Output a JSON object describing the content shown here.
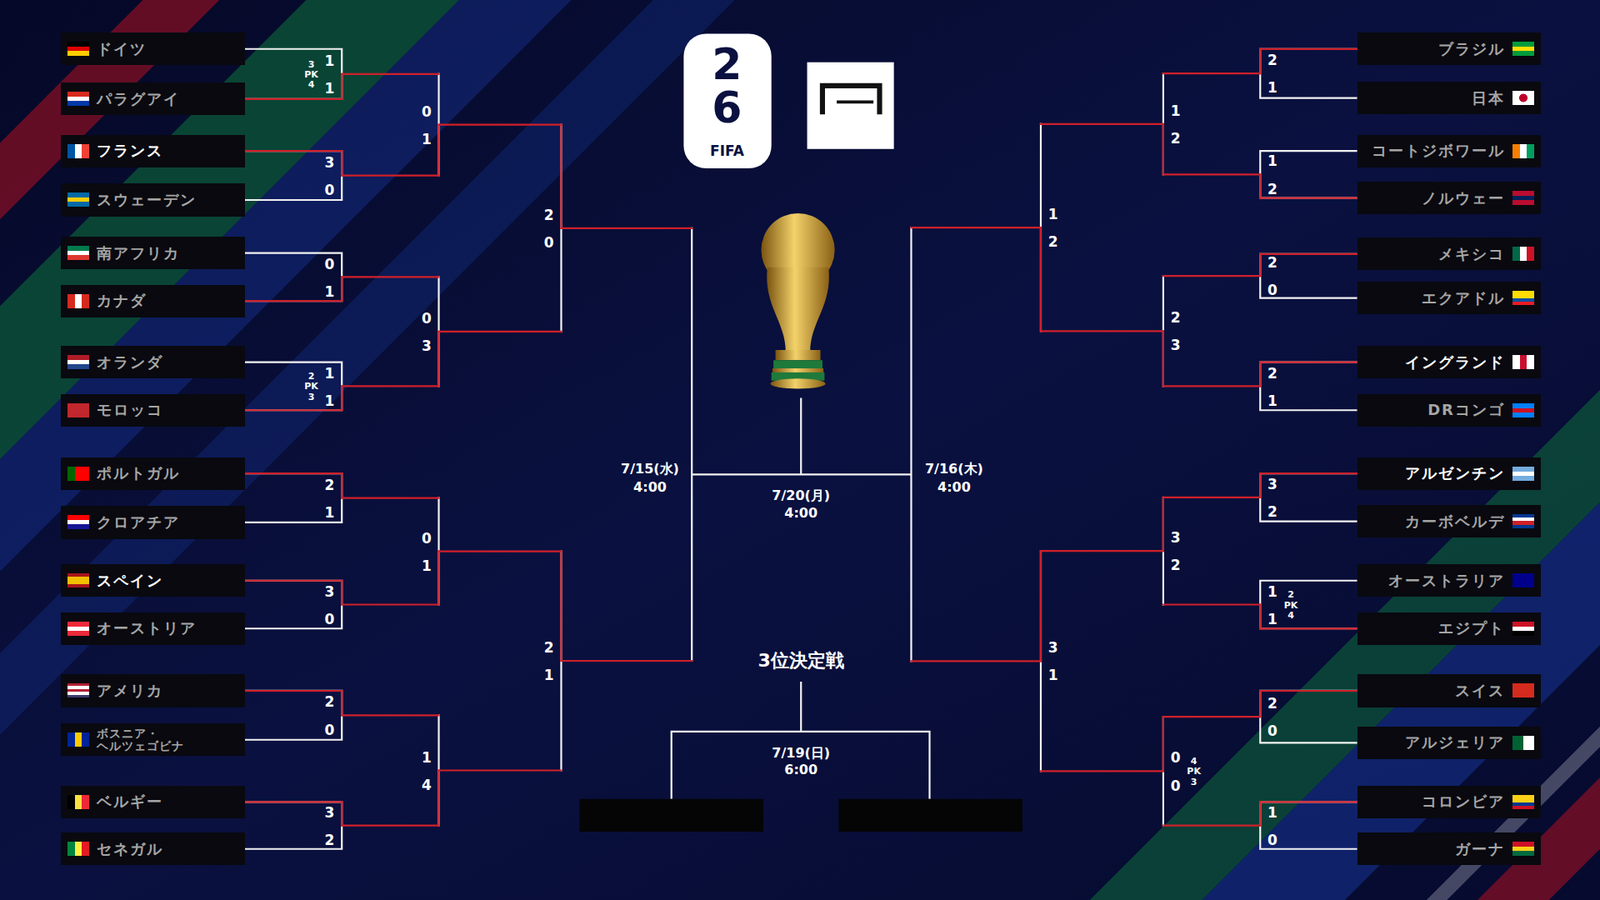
{
  "diagram": {
    "nodes": [
      {
        "text": [
          "ドイツ"
        ]
      },
      {
        "text": [
          "パラグアイ"
        ]
      },
      {
        "text": [
          "フランス"
        ]
      },
      {
        "text": [
          "スウェーデン"
        ]
      },
      {
        "text": [
          "南アフリカ"
        ]
      },
      {
        "text": [
          "カナダ"
        ]
      },
      {
        "text": [
          "オランダ"
        ]
      },
      {
        "text": [
          "モロッコ"
        ]
      },
      {
        "text": [
          "ポルトガル"
        ]
      },
      {
        "text": [
          "クロアチア"
        ]
      },
      {
        "text": [
          "スペイン"
        ]
      },
      {
        "text": [
          "オーストリア"
        ]
      },
      {
        "text": [
          "アメリカ"
        ]
      },
      {
        "text": [
          "ボスニア・ ヘルツェゴビナ"
        ]
      },
      {
        "text": [
          "ベルギー"
        ]
      },
      {
        "text": [
          "セネガル"
        ]
      },
      {
        "text": [
          "ブラジル"
        ]
      },
      {
        "text": [
          "日本"
        ]
      },
      {
        "text": [
          "コートジボワール"
        ]
      },
      {
        "text": [
          "ノルウェー"
        ]
      },
      {
        "text": [
          "メキシコ"
        ]
      },
      {
        "text": [
          "エクアドル"
        ]
      },
      {
        "text": [
          "イングランド"
        ]
      },
      {
        "text": [
          "DRコンゴ"
        ]
      },
      {
        "text": [
          "アルゼンチン"
        ]
      },
      {
        "text": [
          "カーボベルデ"
        ]
      },
      {
        "text": [
          "オーストラリア"
        ]
      },
      {
        "text": [
          "エジプト"
        ]
      },
      {
        "text": [
          "スイス"
        ]
      },
      {
        "text": [
          "アルジェリア"
        ]
      },
      {
        "text": [
          "コロンビア"
        ]
      },
      {
        "text": [
          "ガーナ"
        ]
      }
    ],
    "edges": [
      {
        "from": 0,
        "to": 1,
        "arrow": "none"
      },
      {
        "from": 2,
        "to": 3,
        "arrow": "none"
      },
      {
        "from": 4,
        "to": 5,
        "arrow": "none"
      },
      {
        "from": 6,
        "to": 7,
        "arrow": "none"
      },
      {
        "from": 8,
        "to": 9,
        "arrow": "none"
      },
      {
        "from": 10,
        "to": 11,
        "arrow": "none"
      },
      {
        "from": 12,
        "to": 13,
        "arrow": "none"
      },
      {
        "from": 14,
        "to": 15,
        "arrow": "none"
      },
      {
        "from": 16,
        "to": 17,
        "arrow": "none"
      },
      {
        "from": 18,
        "to": 19,
        "arrow": "none"
      },
      {
        "from": 20,
        "to": 21,
        "arrow": "none"
      },
      {
        "from": 22,
        "to": 23,
        "arrow": "none"
      },
      {
        "from": 24,
        "to": 25,
        "arrow": "none"
      },
      {
        "from": 26,
        "to": 27,
        "arrow": "none"
      },
      {
        "from": 28,
        "to": 29,
        "arrow": "none"
      },
      {
        "from": 30,
        "to": 31,
        "arrow": "none"
      }
    ],
    "labels": [
      "26",
      "FIFA",
      "1",
      "1",
      "3",
      "PK",
      "4",
      "3",
      "0",
      "0",
      "1",
      "1",
      "1",
      "2",
      "PK",
      "3",
      "2",
      "1",
      "3",
      "0",
      "2",
      "0",
      "3",
      "2",
      "0",
      "1",
      "0",
      "3",
      "0",
      "1",
      "1",
      "4",
      "2",
      "0",
      "2",
      "1",
      "2",
      "1",
      "1",
      "2",
      "2",
      "0",
      "2",
      "1",
      "3",
      "2",
      "1",
      "1",
      "2",
      "PK",
      "4",
      "2",
      "0",
      "1",
      "0",
      "1",
      "2",
      "2",
      "3",
      "3",
      "2",
      "0",
      "0",
      "4",
      "PK",
      "3",
      "1",
      "2",
      "3",
      "1",
      "7/15(水)",
      "4:00",
      "7/20(月)",
      "4:00",
      "7/16(木)",
      "4:00",
      "3位決定戦",
      "7/19(日)",
      "6:00"
    ]
  }
}
